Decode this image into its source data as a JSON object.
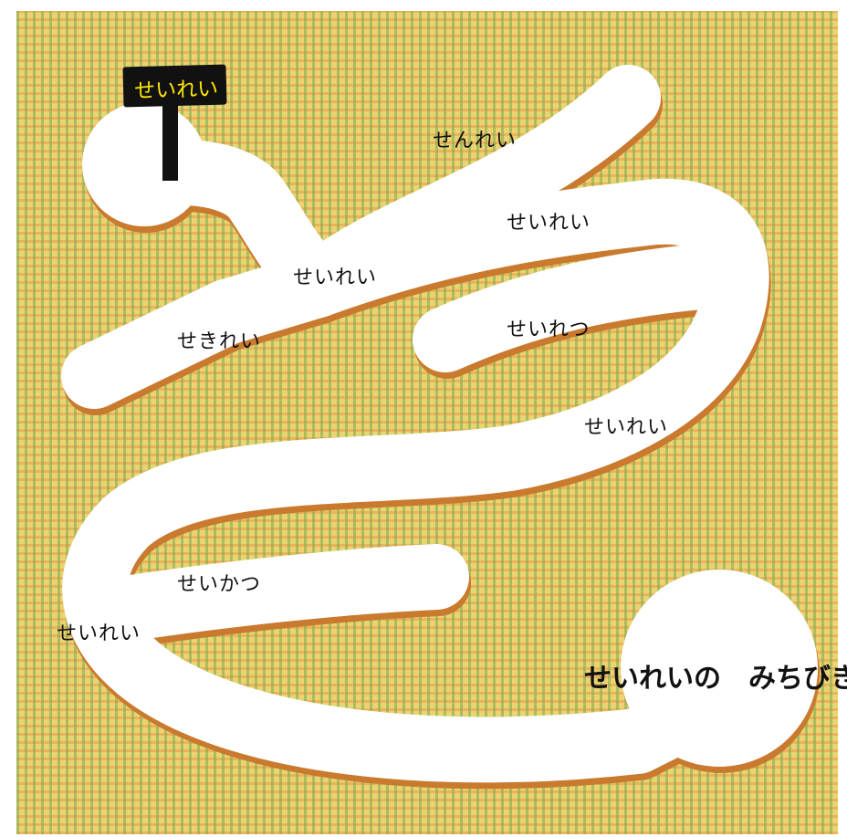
{
  "colors": {
    "board_base": "#e9d472",
    "grid_green": "#78aa50",
    "grid_orange": "#f09646",
    "path": "#ffffff",
    "path_edge": "#c97a2e",
    "sign": "#111111",
    "sign_text": "#ffe600"
  },
  "sign": {
    "label": "せいれい"
  },
  "title": "せいれいの　みちびき",
  "path_labels": [
    "せんれい",
    "せいれい",
    "せいれい",
    "せいれつ",
    "せきれい",
    "せいれい",
    "せいかつ",
    "せいれい"
  ]
}
